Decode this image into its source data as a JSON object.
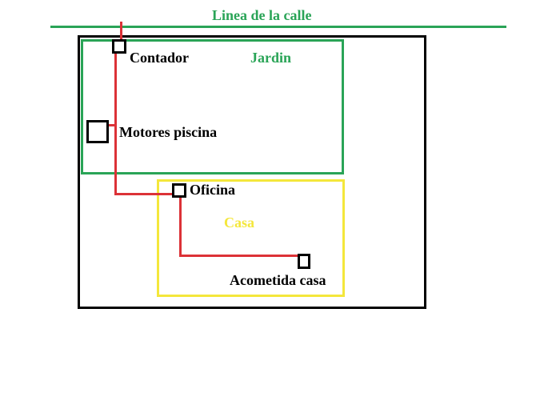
{
  "colors": {
    "green": "#2aa457",
    "red": "#dc3237",
    "yellow": "#f4e73b",
    "black": "#000000",
    "bg": "#ffffff"
  },
  "street": {
    "title": "Linea de la calle"
  },
  "areas": {
    "jardin": {
      "label": "Jardin"
    },
    "casa": {
      "label": "Casa"
    }
  },
  "nodes": {
    "contador": {
      "label": "Contador"
    },
    "motores_piscina": {
      "label": "Motores piscina"
    },
    "oficina": {
      "label": "Oficina"
    },
    "acometida_casa": {
      "label": "Acometida casa"
    }
  }
}
